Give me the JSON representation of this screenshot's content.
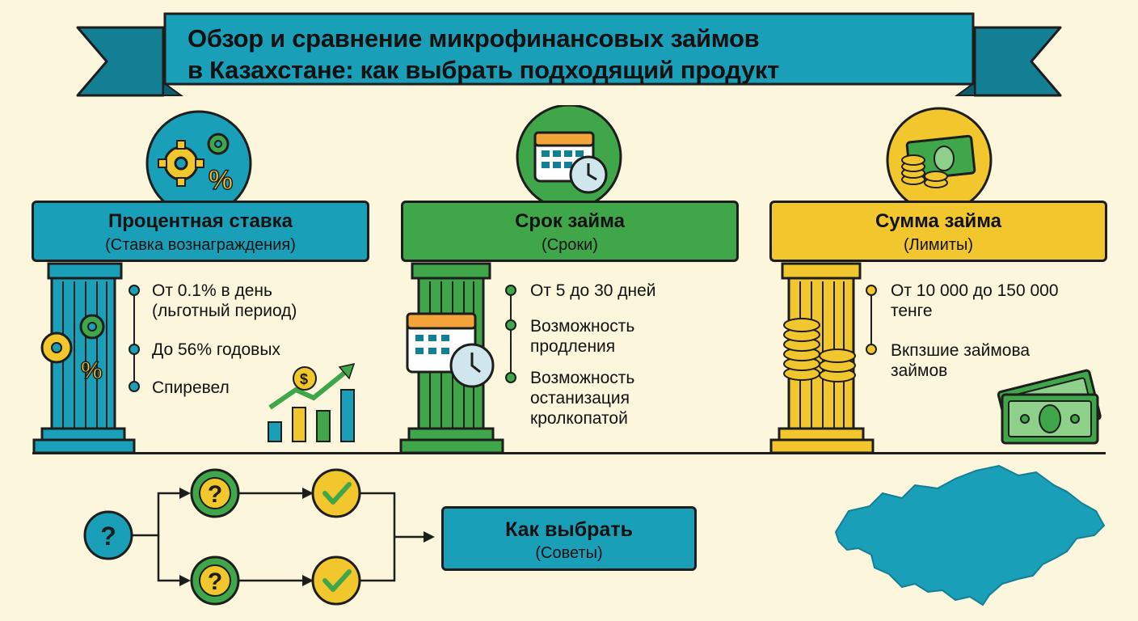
{
  "title": {
    "line1": "Обзор и сравнение микрофинансовых займов",
    "line2": "в Казахстане: как выбрать подходящий продукт"
  },
  "pillars": [
    {
      "title": "Процентная ставка",
      "subtitle": "(Ставка вознаграждения)",
      "color": "#1a9fb8",
      "bullets": [
        "От 0.1% в день",
        "(льготный период)",
        "До 56% годовых",
        "Спиревел"
      ]
    },
    {
      "title": "Срок займа",
      "subtitle": "(Сроки)",
      "color": "#3fa74a",
      "bullets": [
        "От 5 до 30 дней",
        "Возможность",
        "продления",
        "Возможность",
        "останизация",
        "кролкопатой"
      ]
    },
    {
      "title": "Сумма займа",
      "subtitle": "(Лимиты)",
      "color": "#f2c72e",
      "bullets": [
        "От 10 000 до 150 000",
        "тенге",
        "Вкпзшие займова",
        "займов"
      ]
    }
  ],
  "flow": {
    "question_glyph": "?",
    "tip_title": "Как выбрать",
    "tip_subtitle": "(Советы)"
  },
  "icons": [
    "gears-percent-icon",
    "calendar-clock-icon",
    "cash-coins-icon",
    "dollar-growth-chart-icon",
    "kazakhstan-map-icon"
  ]
}
